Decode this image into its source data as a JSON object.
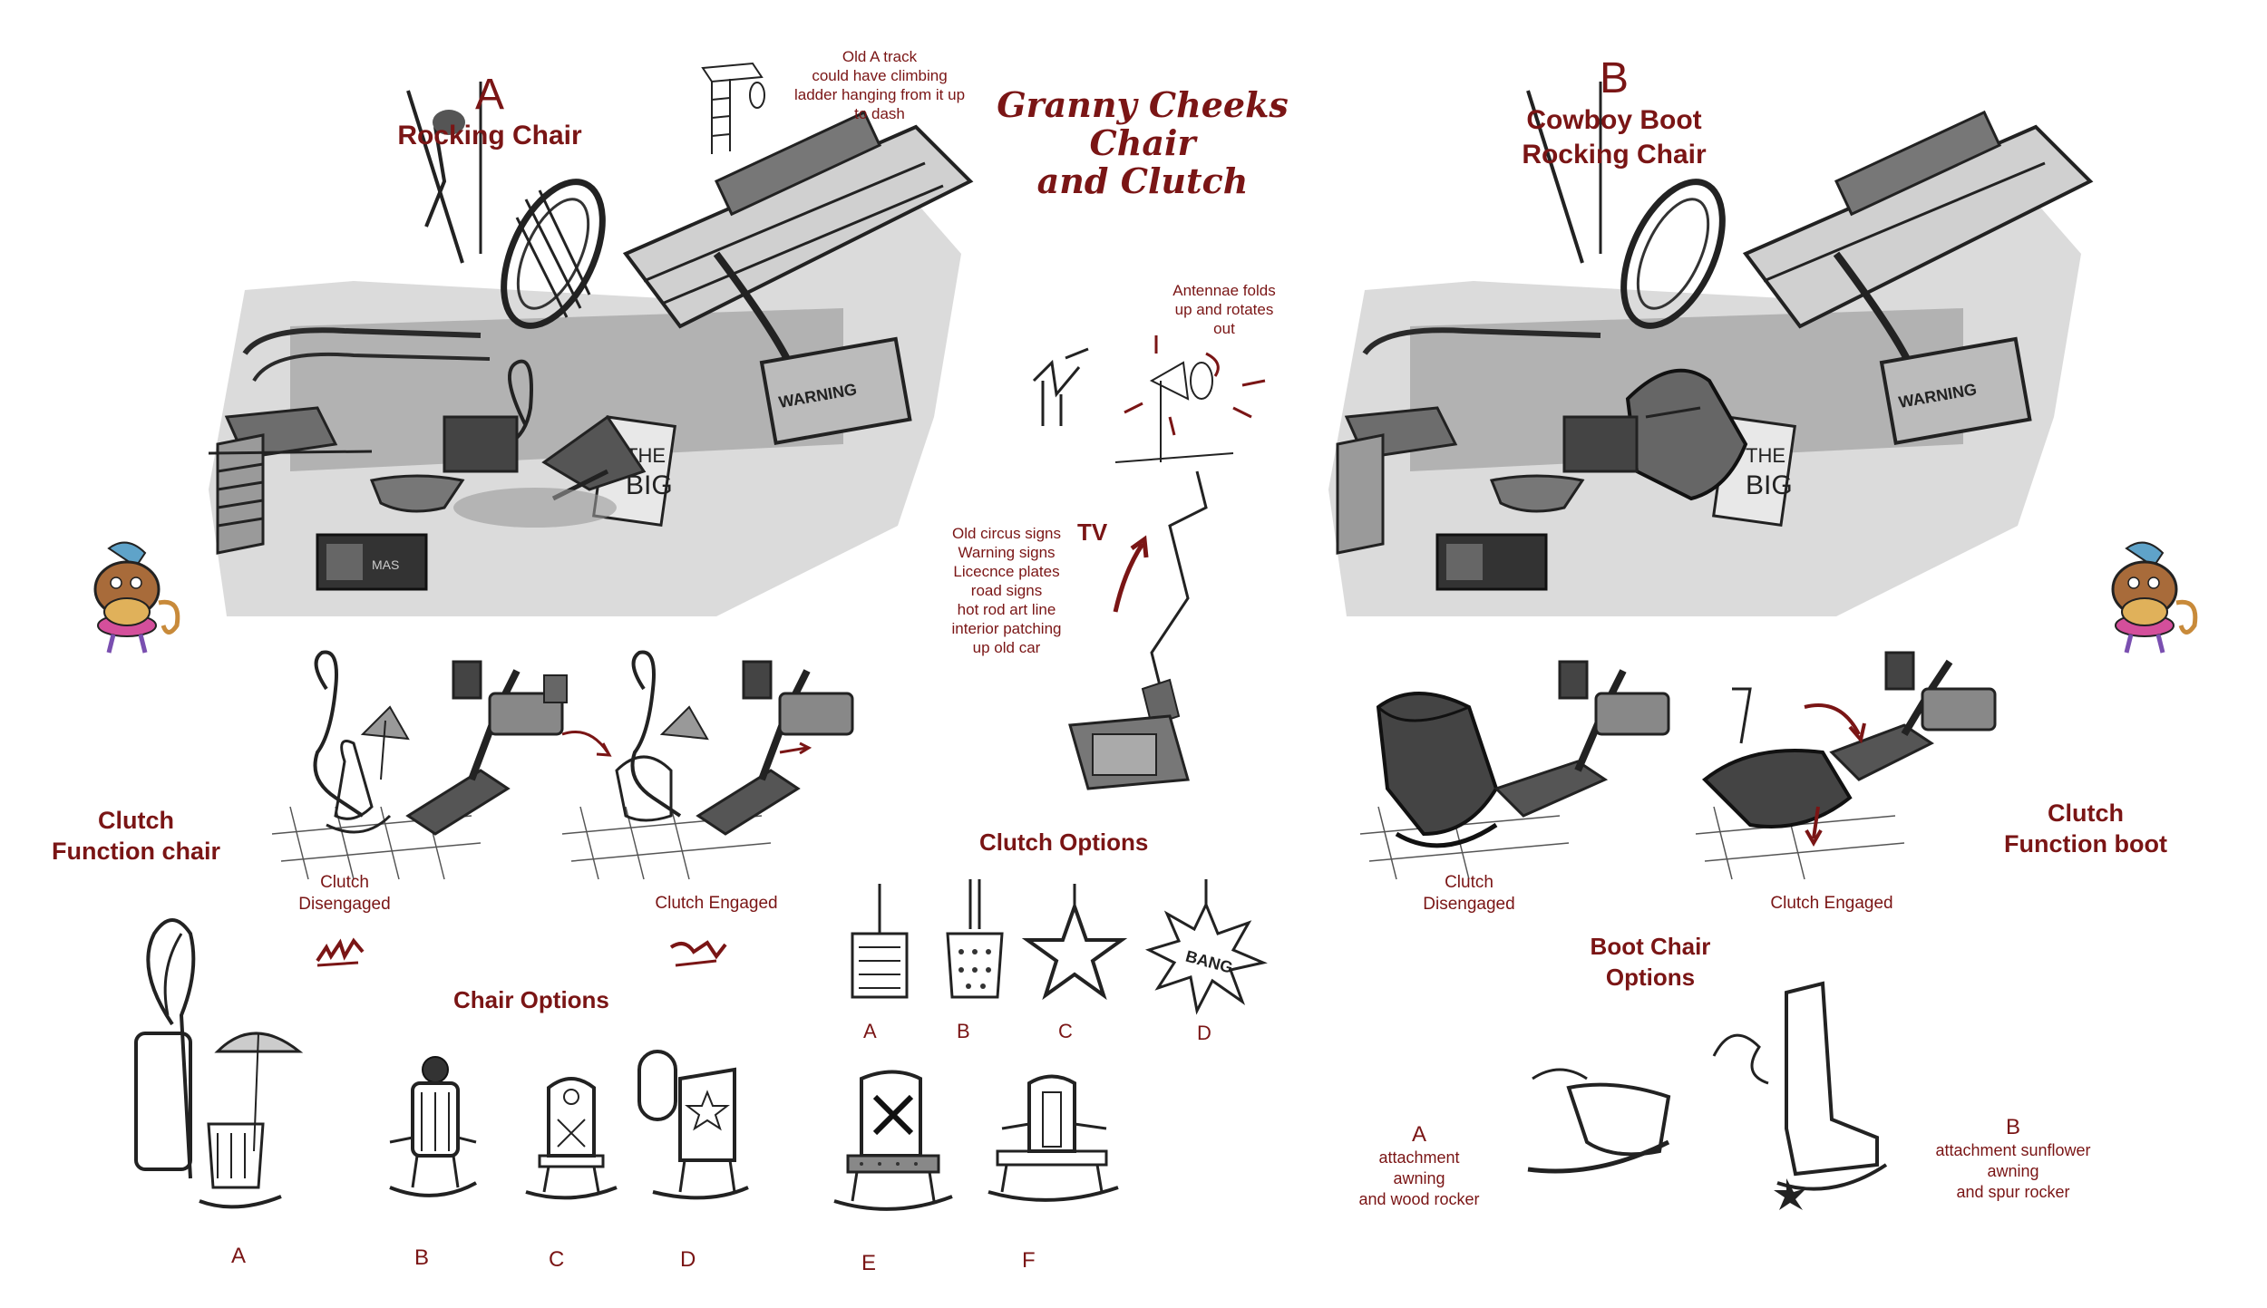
{
  "title": {
    "line1": "Granny Cheeks",
    "line2": "Chair",
    "line3": "and Clutch"
  },
  "option_a": {
    "letter": "A",
    "label": "Rocking Chair"
  },
  "option_b": {
    "letter": "B",
    "label_line1": "Cowboy Boot",
    "label_line2": "Rocking Chair"
  },
  "track_note": {
    "line1": "Old A track",
    "line2": "could have climbing",
    "line3": "ladder hanging from it up",
    "line4": "to dash"
  },
  "antennae_note": {
    "line1": "Antennae folds",
    "line2": "up and rotates",
    "line3": "out"
  },
  "tv_label": "TV",
  "signs_note": {
    "line1": "Old circus signs",
    "line2": "Warning signs",
    "line3": "Licecnce plates",
    "line4": "road signs",
    "line5": "hot rod art line",
    "line6": "interior patching",
    "line7": "up old car"
  },
  "clutch_chair": {
    "line1": "Clutch",
    "line2": "Function chair"
  },
  "clutch_boot": {
    "line1": "Clutch",
    "line2": "Function boot"
  },
  "left_states": {
    "disengaged_line1": "Clutch",
    "disengaged_line2": "Disengaged",
    "engaged": "Clutch Engaged"
  },
  "right_states": {
    "disengaged_line1": "Clutch",
    "disengaged_line2": "Disengaged",
    "engaged": "Clutch Engaged"
  },
  "clutch_options": {
    "heading": "Clutch Options",
    "letters": [
      "A",
      "B",
      "C",
      "D"
    ],
    "bang_text": "BANG"
  },
  "chair_options": {
    "heading": "Chair Options",
    "letters": [
      "A",
      "B",
      "C",
      "D",
      "E",
      "F"
    ]
  },
  "boot_options": {
    "heading_line1": "Boot Chair",
    "heading_line2": "Options",
    "a": {
      "letter": "A",
      "line1": "attachment",
      "line2": "awning",
      "line3": "and wood rocker"
    },
    "b": {
      "letter": "B",
      "line1": "attachment sunflower",
      "line2": "awning",
      "line3": "and spur  rocker"
    }
  },
  "colors": {
    "accent": "#7a1515",
    "sketch": "#2a2a2a",
    "shade": "#8c8c8c"
  }
}
